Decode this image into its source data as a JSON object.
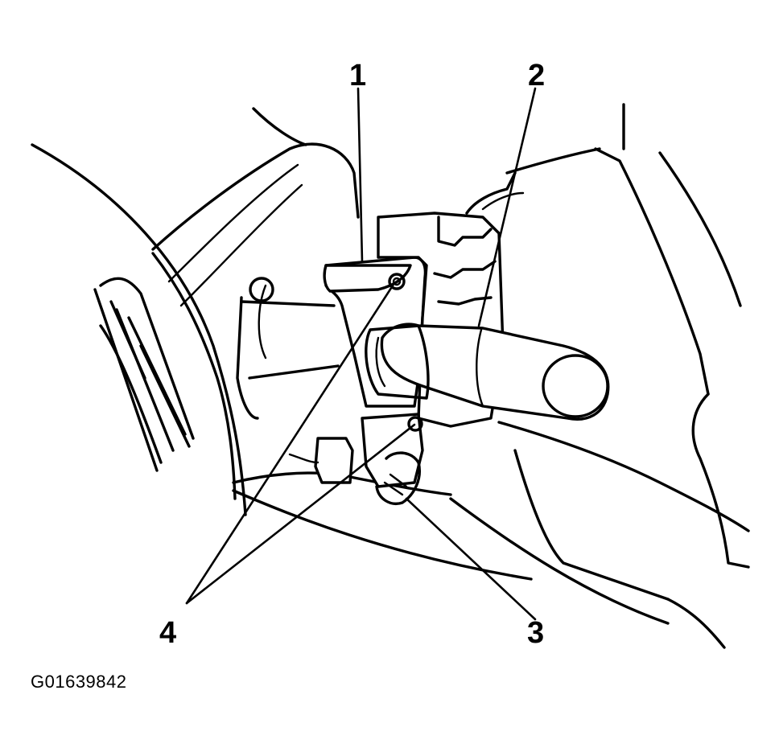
{
  "diagram": {
    "figure_id": "G01639842",
    "callouts": [
      {
        "id": "1",
        "label": "1"
      },
      {
        "id": "2",
        "label": "2"
      },
      {
        "id": "3",
        "label": "3"
      },
      {
        "id": "4",
        "label": "4"
      }
    ],
    "ink_color": "#000000",
    "background_color": "#ffffff"
  }
}
